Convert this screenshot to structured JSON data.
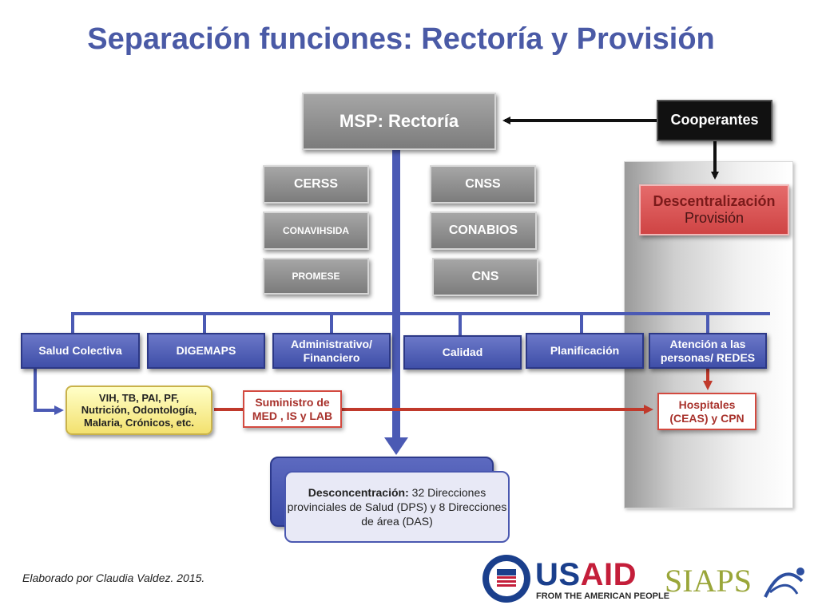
{
  "title": "Separación funciones: Rectoría y Provisión",
  "top": {
    "msp": "MSP: Rectoría",
    "cooperantes": "Cooperantes",
    "descentralizacion": "Descentralización",
    "provision": "Provisión"
  },
  "councils": {
    "left": [
      "CERSS",
      "CONAVIHSIDA",
      "PROMESE"
    ],
    "right": [
      "CNSS",
      "CONABIOS",
      "CNS"
    ]
  },
  "departments": [
    "Salud Colectiva",
    "DIGEMAPS",
    "Administrativo/ Financiero",
    "Calidad",
    "Planificación",
    "Atención a las personas/ REDES"
  ],
  "programs": "VIH, TB, PAI, PF, Nutrición, Odontología, Malaria, Crónicos, etc.",
  "suministro": "Suministro de MED , IS y LAB",
  "hospitales": "Hospitales (CEAS) y CPN",
  "desconcentracion": {
    "label": "Desconcentración:",
    "text": " 32 Direcciones provinciales de Salud (DPS)  y 8 Direcciones de área (DAS)"
  },
  "credit": "Elaborado por Claudia Valdez. 2015.",
  "logos": {
    "usaid_us": "US",
    "usaid_aid": "AID",
    "usaid_tagline": "FROM THE AMERICAN PEOPLE",
    "siaps": "SIAPS"
  },
  "colors": {
    "title": "#4a5aa6",
    "blue_box": "#4b5ab4",
    "gray_box": "#8c8c8c",
    "red_arrow": "#c0392b",
    "program_box": "#f3e16f"
  }
}
